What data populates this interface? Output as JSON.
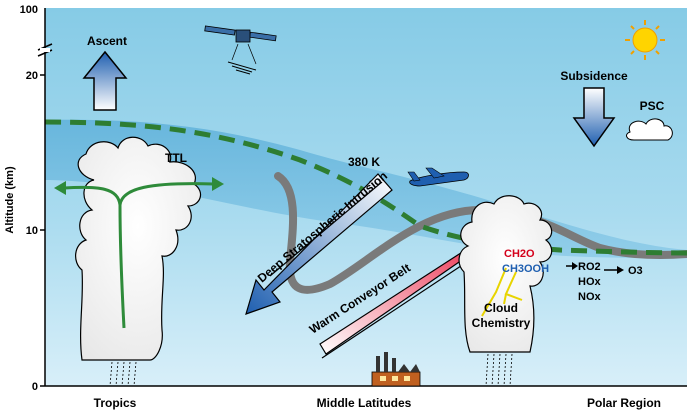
{
  "axis": {
    "ylabel": "Altitude (km)",
    "ticks": [
      "100",
      "20",
      "10",
      "0"
    ]
  },
  "regions": {
    "tropics": "Tropics",
    "midlat": "Middle Latitudes",
    "polar": "Polar Region"
  },
  "labels": {
    "ascent": "Ascent",
    "subsidence": "Subsidence",
    "psc": "PSC",
    "ttl": "TTL",
    "isentrope": "380 K",
    "intrusion": "Deep Stratospheric Intrusion",
    "conveyor": "Warm Conveyor Belt",
    "cloud_chemistry_line1": "Cloud",
    "cloud_chemistry_line2": "Chemistry"
  },
  "chemistry": {
    "ch2o": "CH2O",
    "ch3ooh": "CH3OOH",
    "ro2": "RO2",
    "hox": "HOx",
    "nox": "NOx",
    "o3": "O3"
  },
  "colors": {
    "sky_top": "#7ec6e3",
    "sky_bottom": "#d7eef8",
    "tropopause_band": "#5aaed8",
    "tropopause_dash": "#2e7d32",
    "isentrope_gray": "#7a7a7a",
    "intrusion_blue": "#1f5fb0",
    "conveyor_red": "#e8183a",
    "sun": "#ffd400",
    "ch2o_red": "#d4001a",
    "ch3ooh_blue": "#1f5fb0"
  }
}
